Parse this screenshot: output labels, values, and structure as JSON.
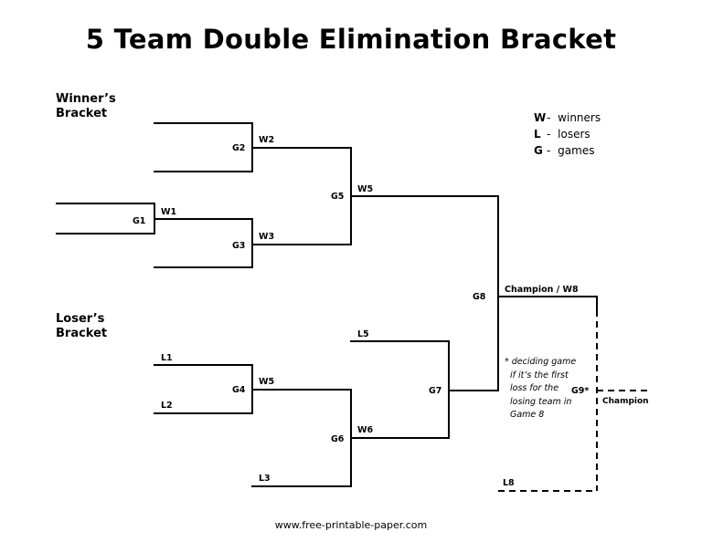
{
  "title": "5 Team Double Elimination Bracket",
  "winners_bracket": {
    "line1": "Winner’s",
    "line2": "Bracket"
  },
  "losers_bracket": {
    "line1": "Loser’s",
    "line2": "Bracket"
  },
  "legend": [
    {
      "key": "W",
      "sep": "-",
      "value": "winners"
    },
    {
      "key": "L",
      "sep": "-",
      "value": "losers"
    },
    {
      "key": "G",
      "sep": "-",
      "value": "games"
    }
  ],
  "labels": {
    "g1": "G1",
    "g2": "G2",
    "g3": "G3",
    "g4": "G4",
    "g5": "G5",
    "g6": "G6",
    "g7": "G7",
    "g8": "G8",
    "g9": "G9*",
    "w1": "W1",
    "w2": "W2",
    "w3": "W3",
    "w5_upper": "W5",
    "w5_lower": "W5",
    "w6": "W6",
    "l1": "L1",
    "l2": "L2",
    "l3": "L3",
    "l5": "L5",
    "l8": "L8",
    "champion_w8": "Champion / W8",
    "champion": "Champion"
  },
  "note": {
    "line1": "* deciding game",
    "line2": "if it’s the first",
    "line3": "loss  for the",
    "line4": "losing team in",
    "line5": "Game 8"
  },
  "footer": "www.free-printable-paper.com"
}
